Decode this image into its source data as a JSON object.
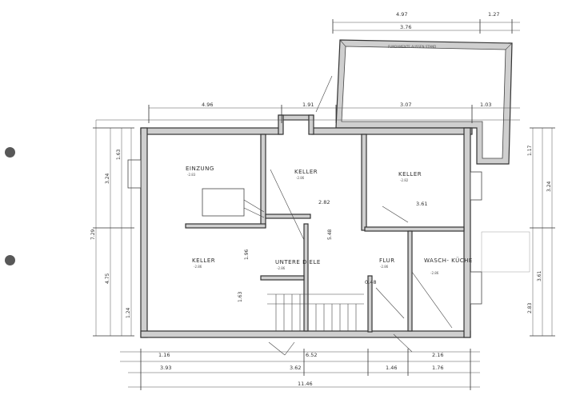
{
  "rooms": {
    "einzung": {
      "name": "EINZUNG",
      "level": "-2.83"
    },
    "keller_nw_mid": {
      "name": "KELLER",
      "level": "-2.86"
    },
    "keller_ne": {
      "name": "KELLER",
      "level": "-2.82"
    },
    "keller_sw": {
      "name": "KELLER",
      "level": "-2.86"
    },
    "untere_diele": {
      "name": "UNTERE DIELE",
      "level": "-2.86"
    },
    "flur": {
      "name": "FLUR",
      "level": "-2.86"
    },
    "waschkueche": {
      "name": "WASCH- KÜCHE",
      "level": "-2.86"
    }
  },
  "annex_label": "FUNDAMENTE AUSSEN STAND",
  "dims_top": [
    "4.97",
    "3.76",
    "1.27",
    "4.96",
    "3.07",
    "1.91",
    "1.03"
  ],
  "dims_bottom": [
    "6.52",
    "1.16",
    "2.16",
    "3.93",
    "3.62",
    "1.46",
    "1.76",
    "11.46"
  ],
  "dims_left": [
    "7.29",
    "3.24",
    "4.75",
    "1.63",
    "1.24"
  ],
  "dims_right": [
    "3.24",
    "3.61",
    "2.83",
    "1.17"
  ],
  "dims_inner": [
    "2.82",
    "5.48",
    "3.61",
    "1.96",
    "1.63",
    "0.48"
  ]
}
